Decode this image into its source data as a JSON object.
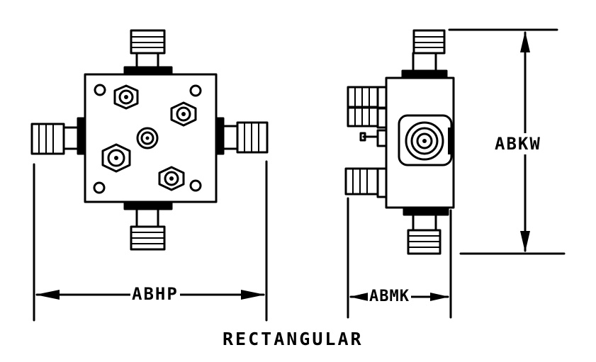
{
  "dimensions": {
    "width_label": "ABHP",
    "depth_label": "ABMK",
    "height_label": "ABKW"
  },
  "caption": "RECTANGULAR",
  "colors": {
    "ink": "#000000",
    "background": "#ffffff"
  }
}
